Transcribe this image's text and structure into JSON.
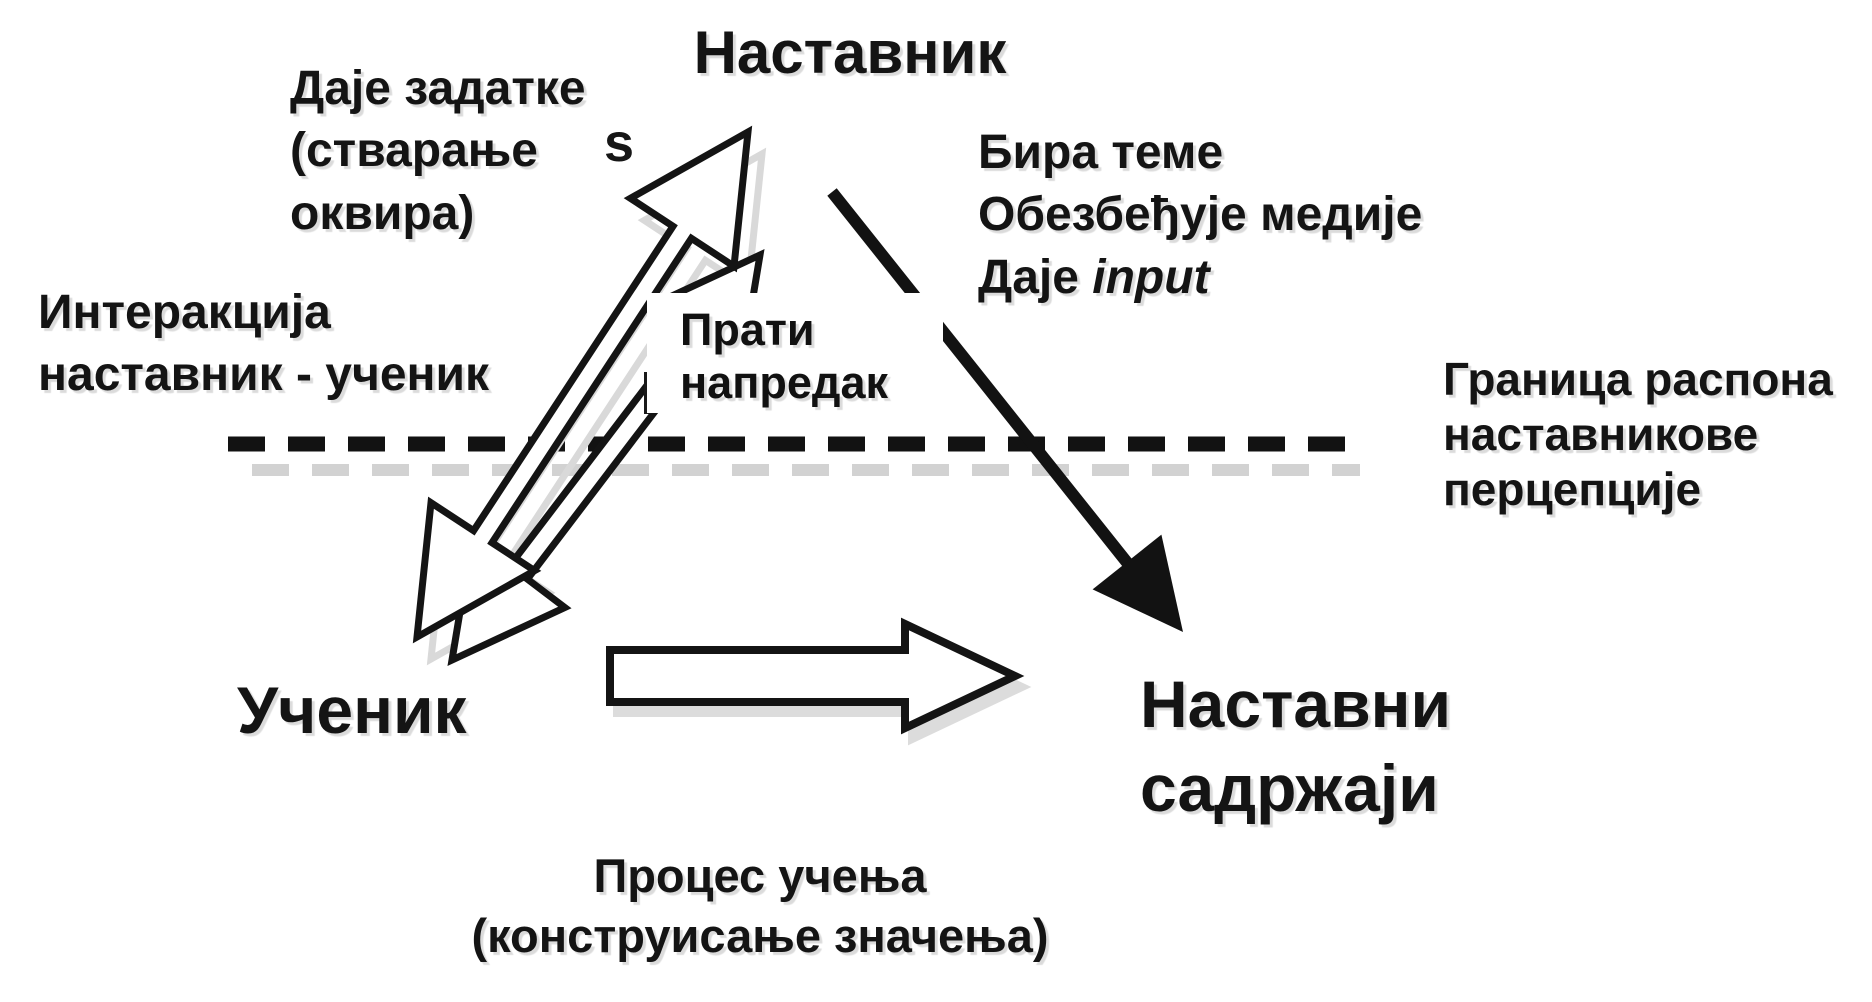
{
  "nodes": {
    "teacher": "Наставник",
    "student": "Ученик",
    "content": {
      "line1": "Наставни",
      "line2": "садржаји"
    }
  },
  "labels": {
    "gives_tasks": {
      "line1": "Даје задатке",
      "line2": "(стварање",
      "line3": "оквира)"
    },
    "chooses_topics": {
      "line1": "Бира теме",
      "line2": "Обезбеђује медије",
      "line3_prefix": "Даје ",
      "line3_italic": "input"
    },
    "interaction": {
      "line1": "Интеракција",
      "line2": "наставник - ученик"
    },
    "monitors_progress": {
      "line1": "Прати",
      "line2": "напредак"
    },
    "perception_boundary": {
      "line1": "Граница распона",
      "line2": "наставникове",
      "line3": "перцепције"
    },
    "learning_process": {
      "line1": "Процес учења",
      "line2": "(конструисање значења)"
    },
    "fragment_letter": "ѕ"
  },
  "colors": {
    "ink": "#111111",
    "background": "#ffffff",
    "shadow": "#d8d8d8"
  }
}
